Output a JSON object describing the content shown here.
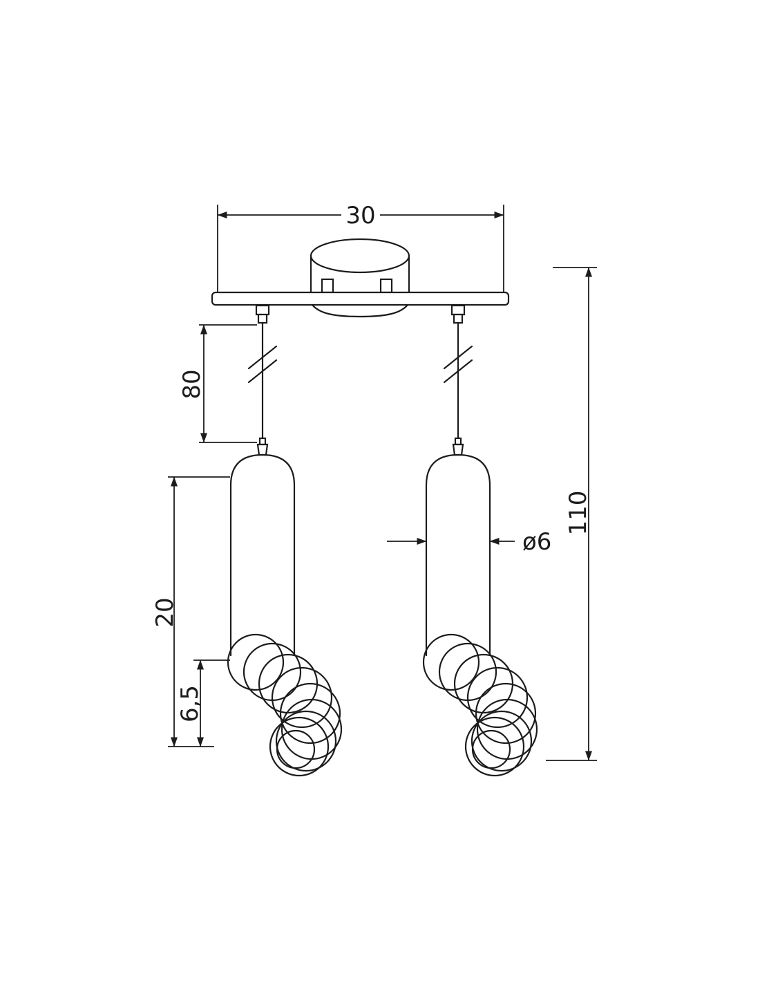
{
  "drawing": {
    "type": "technical-dimension-drawing",
    "subject": "double spiral pendant ceiling lamp",
    "line_color": "#1c1c1c",
    "background_color": "#ffffff",
    "dimensions": {
      "canopy_width": "30",
      "cord_length": "80",
      "total_height": "110",
      "tube_length": "20",
      "spiral_height": "6,5",
      "shade_diameter": "ø6"
    }
  }
}
